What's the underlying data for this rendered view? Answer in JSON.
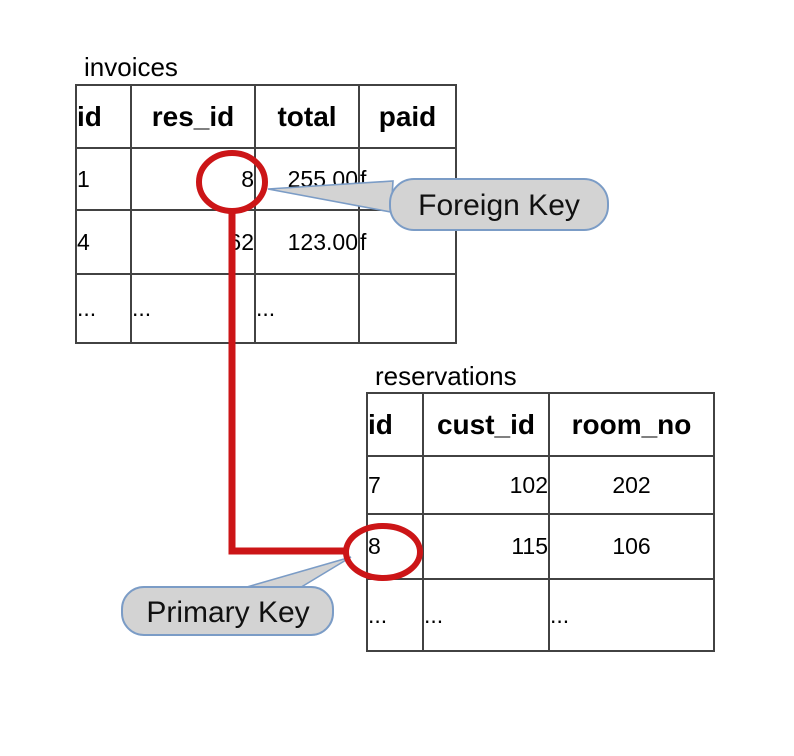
{
  "diagram": {
    "invoices": {
      "title": "invoices",
      "headers": [
        "id",
        "res_id",
        "total",
        "paid"
      ],
      "rows": [
        [
          "1",
          "8",
          "255.00",
          "f"
        ],
        [
          "4",
          "62",
          "123.00",
          "f"
        ],
        [
          "...",
          "...",
          "...",
          ""
        ]
      ]
    },
    "reservations": {
      "title": "reservations",
      "headers": [
        "id",
        "cust_id",
        "room_no"
      ],
      "rows": [
        [
          "7",
          "102",
          "202"
        ],
        [
          "8",
          "115",
          "106"
        ],
        [
          "...",
          "...",
          "..."
        ]
      ]
    },
    "callouts": {
      "foreign_key": "Foreign Key",
      "primary_key": "Primary Key"
    },
    "colors": {
      "highlight_red": "#cc1517",
      "callout_fill": "#d3d3d3",
      "callout_stroke": "#7b9cc6",
      "table_border": "#424242"
    }
  }
}
